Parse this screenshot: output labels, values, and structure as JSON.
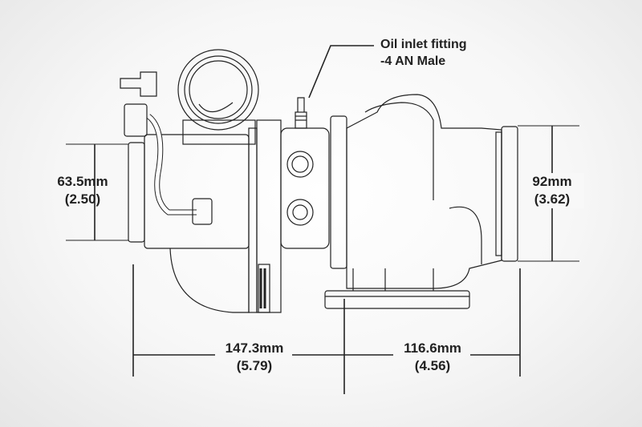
{
  "callout": {
    "line1": "Oil inlet fitting",
    "line2": "-4 AN Male"
  },
  "dimensions": {
    "compressor_inlet": {
      "mm": "63.5mm",
      "in": "(2.50)"
    },
    "turbine_outlet": {
      "mm": "92mm",
      "in": "(3.62)"
    },
    "compressor_length": {
      "mm": "147.3mm",
      "in": "(5.79)"
    },
    "turbine_length": {
      "mm": "116.6mm",
      "in": "(4.56)"
    }
  },
  "colors": {
    "line": "#222222",
    "background": "#f4f4f4"
  }
}
